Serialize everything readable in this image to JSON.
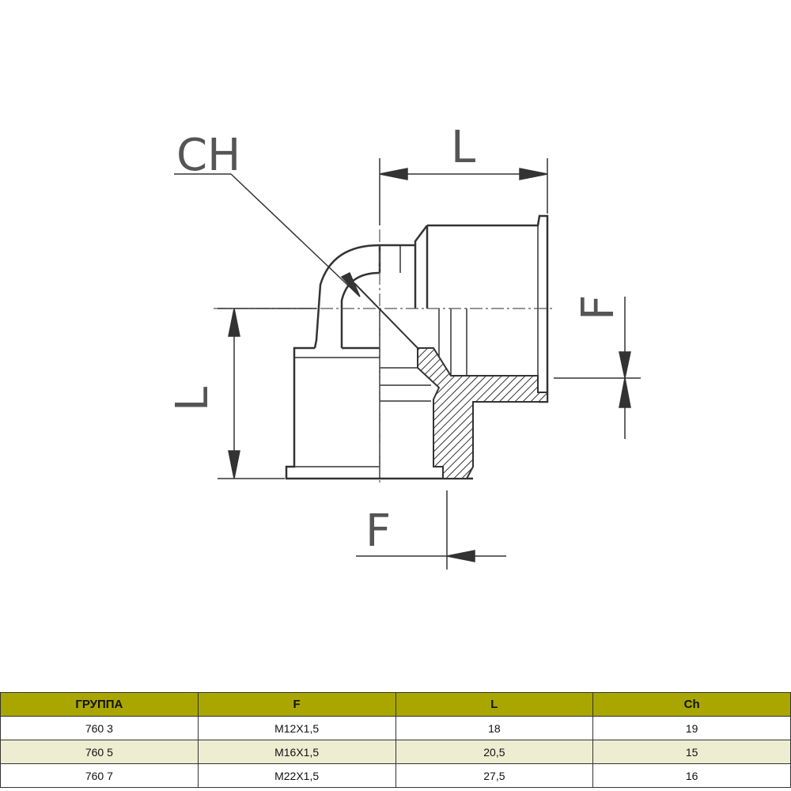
{
  "drawing": {
    "labels": {
      "ch": "CH",
      "l_top": "L",
      "l_left": "L",
      "f_right": "F",
      "f_bottom": "F"
    }
  },
  "table": {
    "accent_color": "#a9a600",
    "alt_row_color": "#ededd2",
    "headers": [
      "ГРУППА",
      "F",
      "L",
      "Ch"
    ],
    "rows": [
      [
        "760 3",
        "M12X1,5",
        "18",
        "19"
      ],
      [
        "760 5",
        "M16X1,5",
        "20,5",
        "15"
      ],
      [
        "760 7",
        "M22X1,5",
        "27,5",
        "16"
      ]
    ]
  }
}
